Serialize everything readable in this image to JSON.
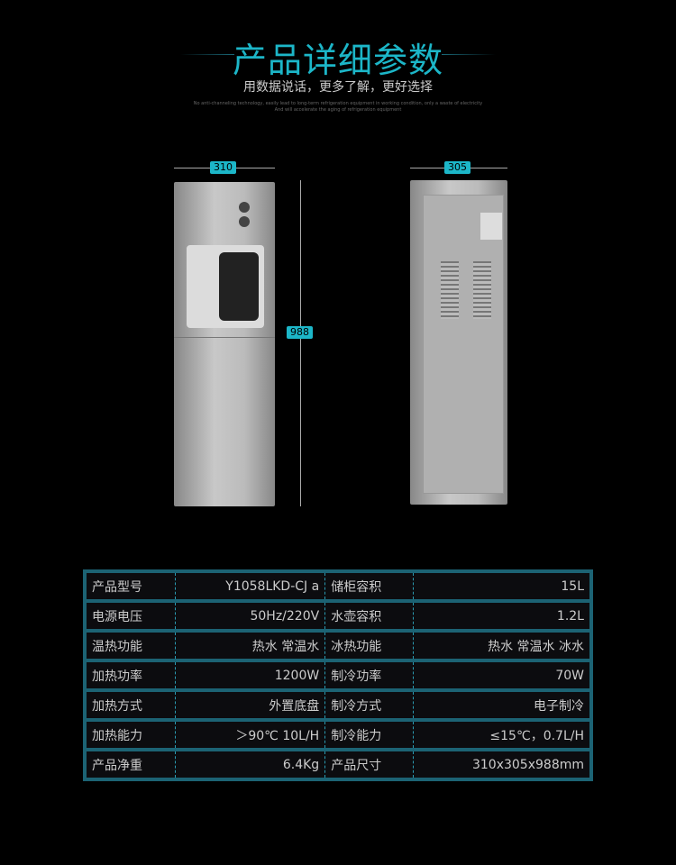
{
  "header": {
    "title": "产品详细参数",
    "subtitle": "用数据说话，更多了解，更好选择",
    "note_line1": "No anti-channeling technology, easily lead to long-term refrigeration equipment in working condition, only a waste of electricity",
    "note_line2": "And will accelerate the aging of refrigeration equipment"
  },
  "dimensions": {
    "front_width": "310",
    "side_depth": "305",
    "height": "988"
  },
  "specs": [
    {
      "k1": "产品型号",
      "v1": "Y1058LKD-CJ a",
      "k2": "储柜容积",
      "v2": "15L"
    },
    {
      "k1": "电源电压",
      "v1": "50Hz/220V",
      "k2": " 水壶容积",
      "v2": "1.2L"
    },
    {
      "k1": "温热功能",
      "v1": "热水 常温水",
      "k2": "冰热功能",
      "v2": "热水 常温水 冰水"
    },
    {
      "k1": "加热功率",
      "v1": "1200W",
      "k2": "制冷功率",
      "v2": "70W"
    },
    {
      "k1": "加热方式",
      "v1": "外置底盘",
      "k2": "制冷方式",
      "v2": "电子制冷"
    },
    {
      "k1": "加热能力",
      "v1": "＞90℃ 10L/H",
      "k2": "制冷能力",
      "v2": "≤15℃，0.7L/H"
    },
    {
      "k1": "产品净重",
      "v1": "6.4Kg",
      "k2": "产品尺寸",
      "v2": "310x305x988mm"
    }
  ]
}
